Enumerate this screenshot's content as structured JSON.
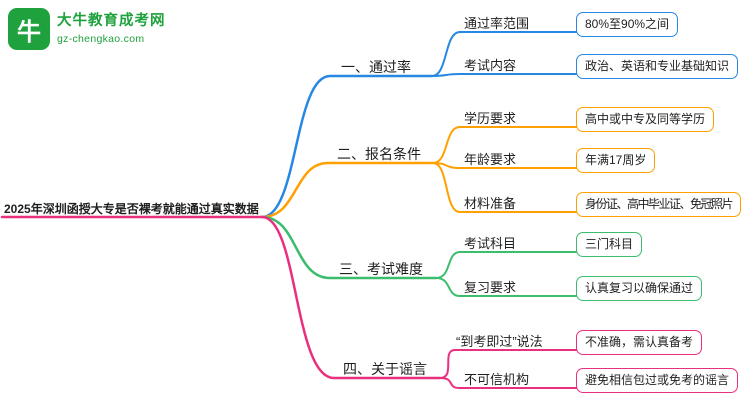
{
  "logo": {
    "site_name": "大牛教育成考网",
    "site_domain": "gz-chengkao.com",
    "icon": "bull-icon",
    "icon_glyph": "牛"
  },
  "topic": "2025年深圳函授大专是否裸考就能通过真实数据",
  "colors": {
    "blue": "#2788e4",
    "orange": "#ffa000",
    "green": "#3cbd6e",
    "pink": "#ea2f7f",
    "brand": "#1fa23d",
    "text": "#1f1f1f"
  },
  "branches": [
    {
      "label": "一、通过率",
      "color": "#2788e4",
      "children": [
        {
          "label": "通过率范围",
          "value": "80%至90%之间"
        },
        {
          "label": "考试内容",
          "value": "政治、英语和专业基础知识"
        }
      ]
    },
    {
      "label": "二、报名条件",
      "color": "#ffa000",
      "children": [
        {
          "label": "学历要求",
          "value": "高中或中专及同等学历"
        },
        {
          "label": "年龄要求",
          "value": "年满17周岁"
        },
        {
          "label": "材料准备",
          "value": "身份证、高中毕业证、免冠照片"
        }
      ]
    },
    {
      "label": "三、考试难度",
      "color": "#3cbd6e",
      "children": [
        {
          "label": "考试科目",
          "value": "三门科目"
        },
        {
          "label": "复习要求",
          "value": "认真复习以确保通过"
        }
      ]
    },
    {
      "label": "四、关于谣言",
      "color": "#ea2f7f",
      "children": [
        {
          "label": "“到考即过”说法",
          "value": "不准确，需认真备考"
        },
        {
          "label": "不可信机构",
          "value": "避免相信包过或免考的谣言"
        }
      ]
    }
  ]
}
